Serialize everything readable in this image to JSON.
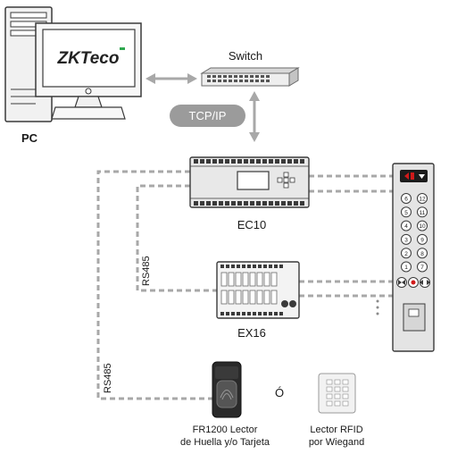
{
  "labels": {
    "pc": "PC",
    "switch": "Switch",
    "tcpip": "TCP/IP",
    "ec10": "EC10",
    "ex16": "EX16",
    "rs485_upper": "RS485",
    "rs485_lower": "RS485",
    "or": "Ó",
    "fr1200_line1": "FR1200 Lector",
    "fr1200_line2": "de Huella y/o Tarjeta",
    "rfid_line1": "Lector RFID",
    "rfid_line2": "por Wiegand"
  },
  "logo": {
    "text": "ZKTeco"
  },
  "elevator_panel": {
    "buttons": [
      "6",
      "12",
      "5",
      "11",
      "4",
      "10",
      "3",
      "9",
      "2",
      "8",
      "1",
      "7"
    ]
  },
  "colors": {
    "logo_green": "#2fa84f",
    "tcpip_pill": "#9b9b9b",
    "cable_gray": "#a8a8a8",
    "device_gray": "#e4e4e4",
    "red_indicator": "#d01a1a"
  }
}
